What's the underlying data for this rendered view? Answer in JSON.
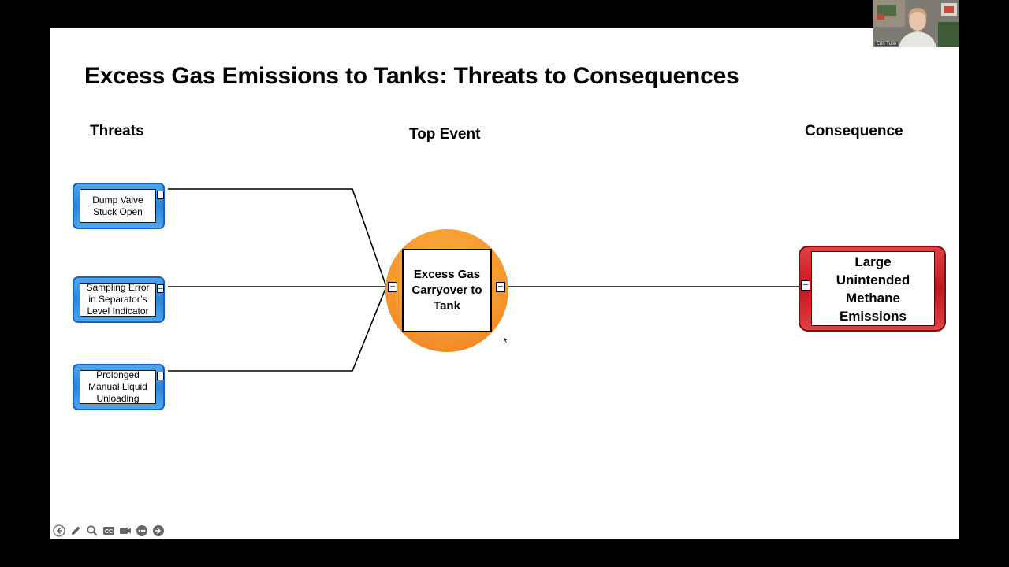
{
  "slide": {
    "title": "Excess Gas Emissions to Tanks: Threats to Consequences",
    "headings": {
      "threats": "Threats",
      "top_event": "Top Event",
      "consequence": "Consequence"
    }
  },
  "threats": [
    {
      "label": "Dump Valve\nStuck Open"
    },
    {
      "label": "Sampling Error\nin Separator’s\nLevel Indicator"
    },
    {
      "label": "Prolonged\nManual Liquid\nUnloading"
    }
  ],
  "top_event": {
    "label": "Excess Gas\nCarryover to\nTank"
  },
  "consequence": {
    "label": "Large\nUnintended\nMethane\nEmissions"
  },
  "collapse_symbol": "–",
  "colors": {
    "threat_blue": "#2b86da",
    "top_event_orange": "#f79a2c",
    "consequence_red": "#c4161c"
  },
  "toolbar": {
    "icons": [
      "previous-slide-icon",
      "pen-icon",
      "zoom-icon",
      "captions-icon",
      "camera-icon",
      "more-options-icon",
      "next-slide-icon"
    ]
  },
  "webcam": {
    "name": "Erin Tullo"
  }
}
